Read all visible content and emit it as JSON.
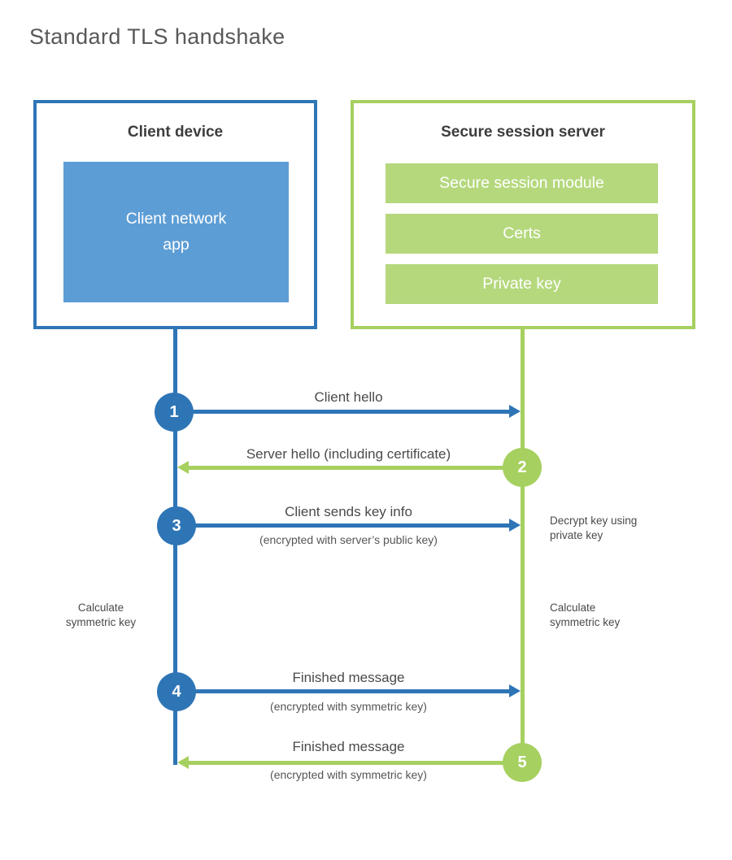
{
  "title": "Standard TLS handshake",
  "colors": {
    "blue": "#2e75b6",
    "blue_fill": "#5d9dd5",
    "green": "#a6d05f",
    "green_fill": "#b5d87d",
    "heading_text": "#3d3d3d",
    "label_text": "#4a4a4a",
    "title_text": "#58585a"
  },
  "client": {
    "title": "Client device",
    "app_label": "Client network\napp"
  },
  "server": {
    "title": "Secure session server",
    "modules": [
      "Secure session module",
      "Certs",
      "Private key"
    ]
  },
  "steps": [
    {
      "num": "1",
      "label": "Client hello",
      "sub": "",
      "direction": "client-to-server",
      "color": "blue"
    },
    {
      "num": "2",
      "label": "Server hello (including certificate)",
      "sub": "",
      "direction": "server-to-client",
      "color": "green"
    },
    {
      "num": "3",
      "label": "Client sends key info",
      "sub": "(encrypted with server’s public key)",
      "direction": "client-to-server",
      "color": "blue"
    },
    {
      "num": "4",
      "label": "Finished message",
      "sub": "(encrypted with symmetric key)",
      "direction": "client-to-server",
      "color": "blue"
    },
    {
      "num": "5",
      "label": "Finished message",
      "sub": "(encrypted with symmetric key)",
      "direction": "server-to-client",
      "color": "green"
    }
  ],
  "notes": {
    "decrypt": "Decrypt key using\nprivate key",
    "calc_left": "Calculate\nsymmetric key",
    "calc_right": "Calculate\nsymmetric key"
  }
}
